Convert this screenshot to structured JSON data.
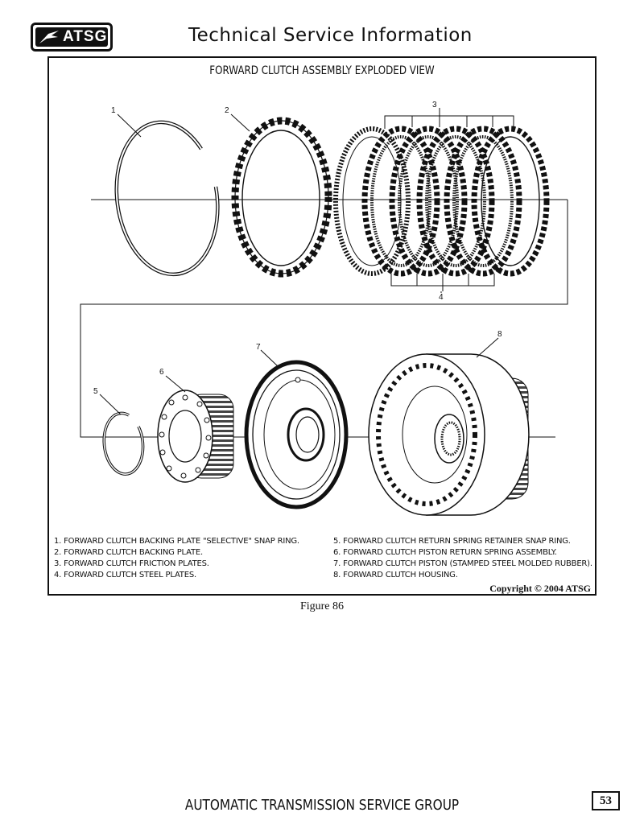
{
  "header": {
    "logo_text": "ATSG",
    "title": "Technical Service Information"
  },
  "figure": {
    "title": "FORWARD CLUTCH ASSEMBLY EXPLODED VIEW",
    "callouts": [
      "1",
      "2",
      "3",
      "4",
      "5",
      "6",
      "7",
      "8"
    ],
    "legend_left": [
      "1.  FORWARD CLUTCH BACKING PLATE \"SELECTIVE\" SNAP RING.",
      "2.  FORWARD CLUTCH BACKING PLATE.",
      "3.  FORWARD CLUTCH FRICTION PLATES.",
      "4.  FORWARD CLUTCH STEEL PLATES."
    ],
    "legend_right": [
      "5.  FORWARD CLUTCH RETURN SPRING RETAINER SNAP RING.",
      "6.  FORWARD CLUTCH PISTON RETURN SPRING ASSEMBLY.",
      "7.  FORWARD CLUTCH PISTON (STAMPED STEEL MOLDED RUBBER).",
      "8.  FORWARD CLUTCH HOUSING."
    ],
    "copyright": "Copyright © 2004 ATSG",
    "caption": "Figure 86"
  },
  "footer": {
    "title": "AUTOMATIC TRANSMISSION SERVICE GROUP",
    "page_number": "53"
  }
}
